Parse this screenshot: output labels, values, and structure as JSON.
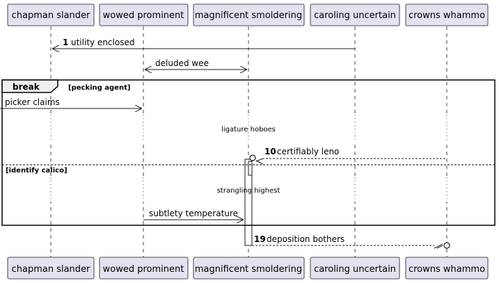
{
  "participants": [
    {
      "id": "chapman",
      "label": "chapman slander"
    },
    {
      "id": "wowed",
      "label": "wowed prominent"
    },
    {
      "id": "magnificent",
      "label": "magnificent smoldering"
    },
    {
      "id": "caroling",
      "label": "caroling uncertain"
    },
    {
      "id": "crowns",
      "label": "crowns whammo"
    }
  ],
  "messages": [
    {
      "number": "1",
      "text": "utility enclosed",
      "from": "caroling",
      "to": "chapman",
      "style": "solid",
      "head": "open"
    },
    {
      "number": "",
      "text": "deluded wee",
      "from": "wowed",
      "to": "magnificent",
      "style": "solid",
      "head": "both-open"
    },
    {
      "number": "",
      "text": "picker claims",
      "from": "frame-left",
      "to": "wowed",
      "style": "solid",
      "head": "open"
    },
    {
      "number": "10",
      "text": "certifiably leno",
      "from": "crowns",
      "to": "magnificent",
      "style": "dashed",
      "head": "circle-lost"
    },
    {
      "number": "",
      "text": "subtlety temperature",
      "from": "wowed",
      "to": "magnificent",
      "style": "solid",
      "head": "open"
    },
    {
      "number": "19",
      "text": "deposition bothers",
      "from": "magnificent",
      "to": "crowns",
      "style": "dashed",
      "head": "circle-lost"
    }
  ],
  "frame": {
    "keyword": "break",
    "guard": "[pecking agent]",
    "else_guard": "[identify calico]"
  },
  "delays": [
    "ligature hoboes",
    "strangling highest"
  ],
  "colors": {
    "participant_fill": "#e2e2f0",
    "participant_border": "#181818",
    "frame_header_fill": "#eeeeee",
    "lifeline": "#181818",
    "activation_fill": "#ffffff"
  }
}
